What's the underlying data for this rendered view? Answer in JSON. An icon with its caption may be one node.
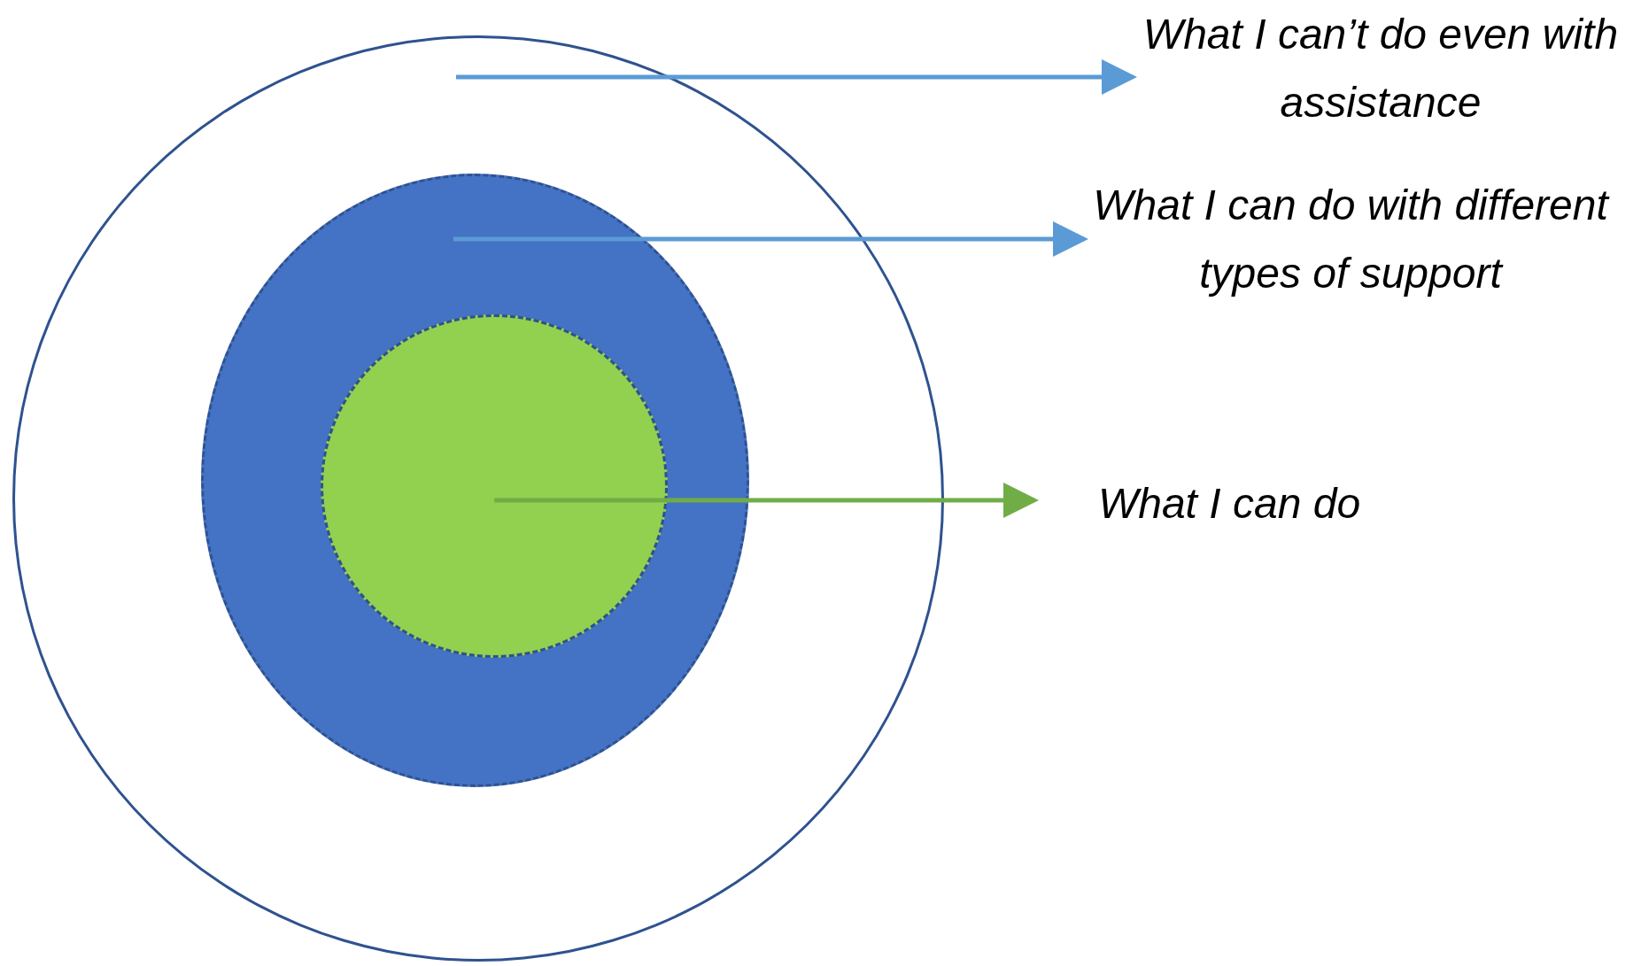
{
  "diagram": {
    "nodes": [
      {
        "text": [],
        "shape": "circle"
      },
      {
        "text": [],
        "shape": "circle",
        "in": 0
      },
      {
        "text": [],
        "shape": "circle",
        "in": 1
      },
      {
        "text": [
          "What I can’t do even with assistance"
        ]
      },
      {
        "text": [
          "What I can do with different types of support"
        ]
      },
      {
        "text": [
          "What I can do"
        ]
      }
    ],
    "edges": [
      {
        "from": 0,
        "to": 3,
        "arrow": "to"
      },
      {
        "from": 1,
        "to": 4,
        "arrow": "to"
      },
      {
        "from": 2,
        "to": 5,
        "arrow": "to",
        "color": "#70ad47"
      }
    ]
  }
}
